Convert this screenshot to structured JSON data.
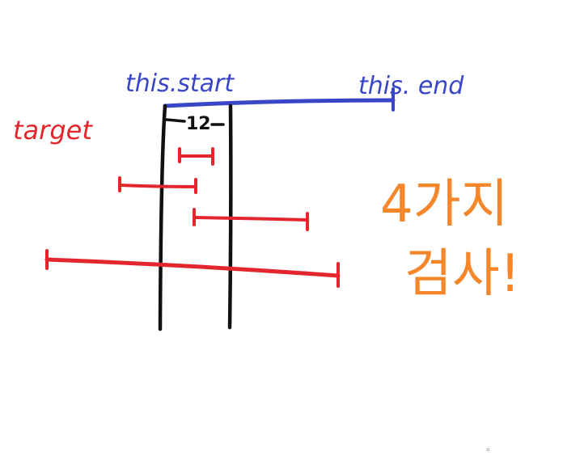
{
  "labels": {
    "this_start": "this.start",
    "this_end": "this. end",
    "target": "target",
    "small_mark": "12",
    "korean_line1": "4가지",
    "korean_line2": "검사!",
    "corner_mark": "。"
  },
  "colors": {
    "blue": "#3a46c8",
    "red": "#e3262d",
    "black": "#111111",
    "orange": "#f5862a"
  }
}
